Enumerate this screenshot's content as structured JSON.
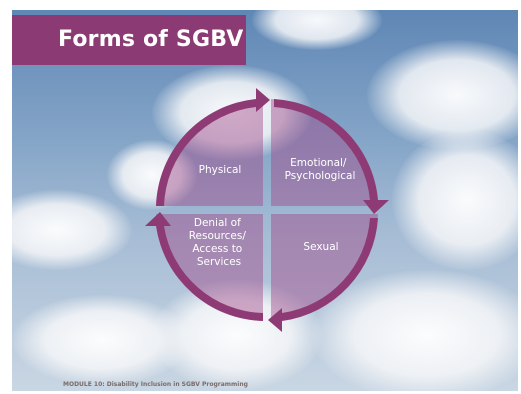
{
  "title": "Forms of SGBV",
  "segments": [
    {
      "label_lines": [
        "Physical"
      ]
    },
    {
      "label_lines": [
        "Emotional/",
        "Psychological"
      ]
    },
    {
      "label_lines": [
        "Sexual"
      ]
    },
    {
      "label_lines": [
        "Denial of",
        "Resources/",
        "Access to",
        "Services"
      ]
    }
  ],
  "footer": "MODULE 10: Disability Inclusion in SGBV Programming",
  "colors": {
    "title_bar": "#8b3a73",
    "arrow": "#8e3b75",
    "segment_fill": "rgba(160, 70, 135, 0.45)",
    "text": "#ffffff"
  }
}
